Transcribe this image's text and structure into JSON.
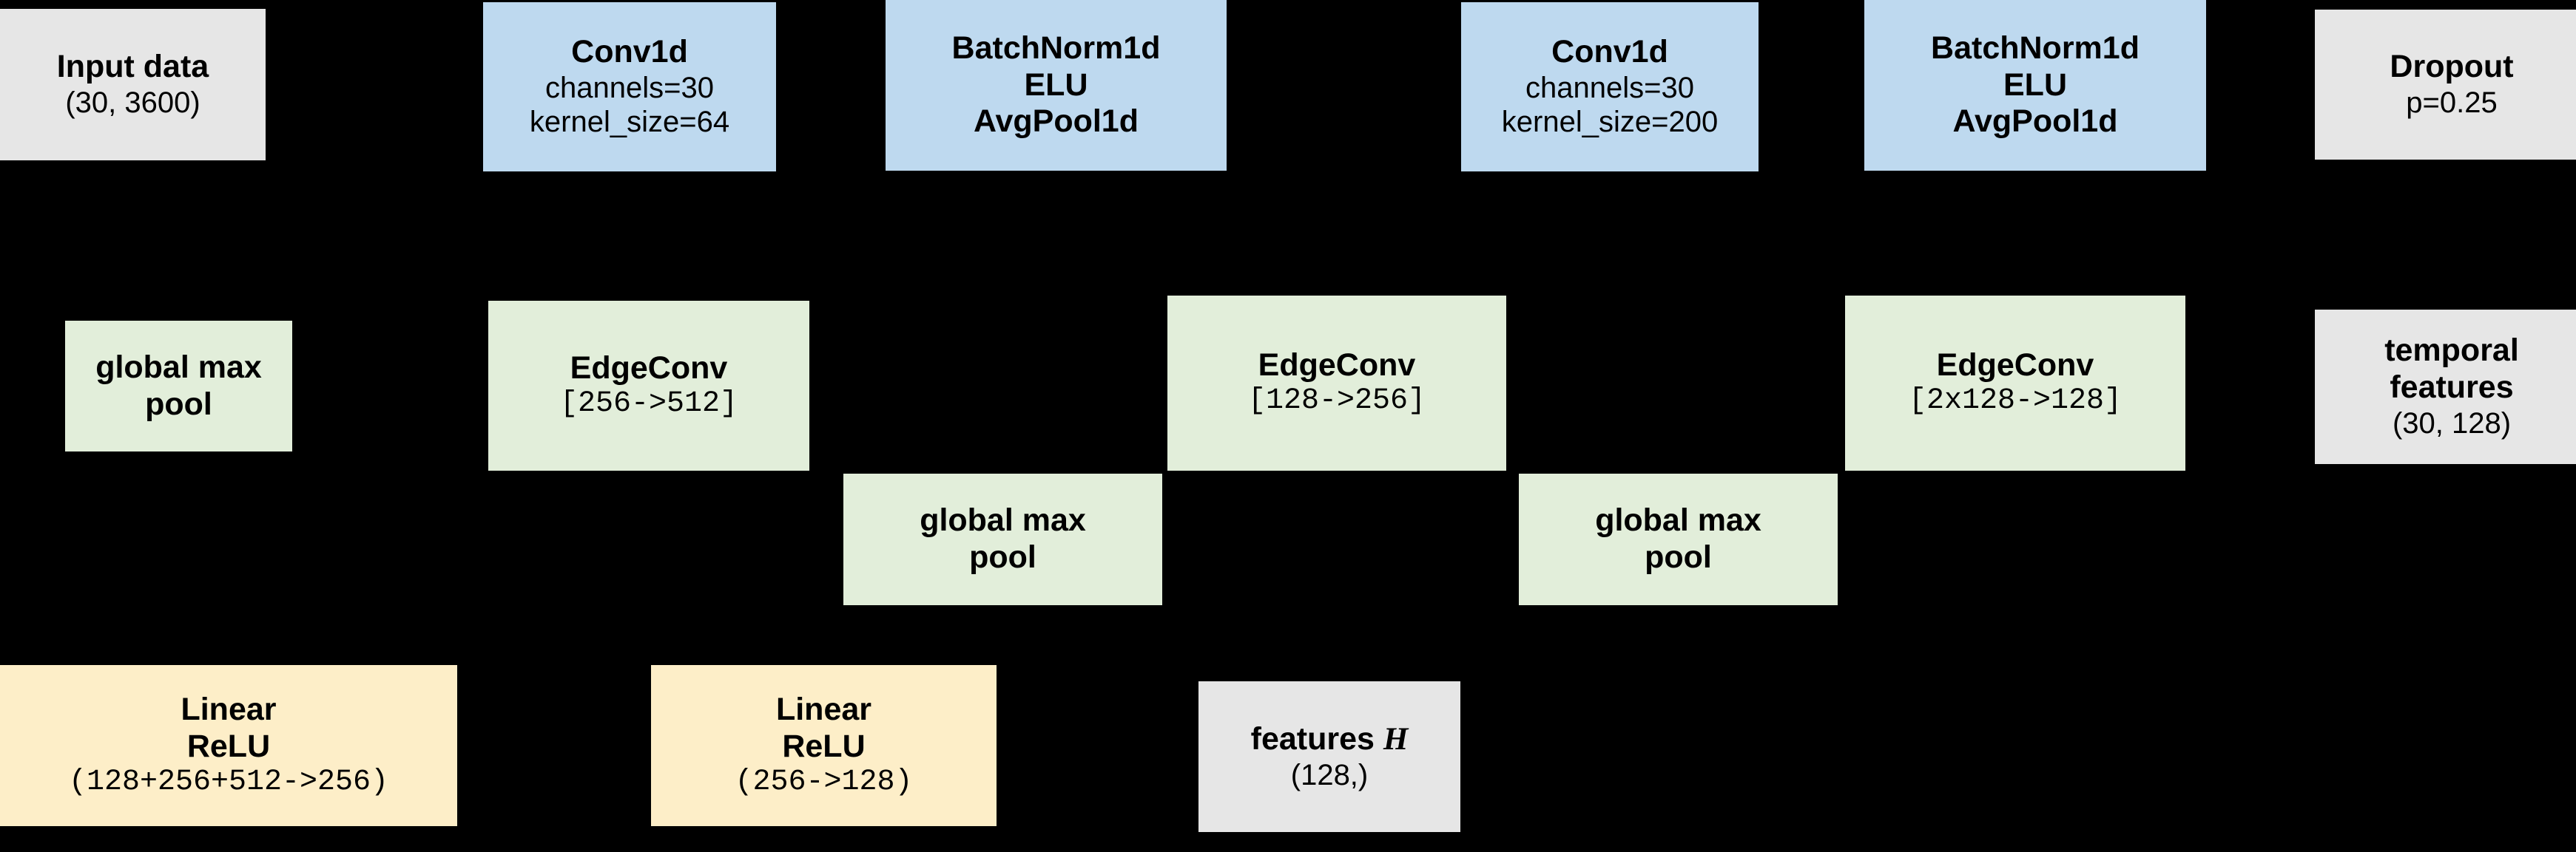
{
  "diagram": {
    "title": "Neural network architecture block diagram",
    "background_color": "#000000",
    "palette": {
      "data_block": "#e6e6e6",
      "conv_block": "#bed9ef",
      "graph_block": "#e2eeda",
      "linear_block": "#fdeec8",
      "text": "#000000"
    },
    "nodes": [
      {
        "id": "input-data",
        "kind": "data",
        "line1": "Input data",
        "line2": "(30, 3600)",
        "line3": "",
        "color": "#e6e6e6"
      },
      {
        "id": "conv1d-1",
        "kind": "conv",
        "line1": "Conv1d",
        "line2": "channels=30",
        "line3": "kernel_size=64",
        "color": "#bed9ef"
      },
      {
        "id": "batchnorm-1",
        "kind": "conv",
        "line1": "BatchNorm1d",
        "line2": "ELU",
        "line3": "AvgPool1d",
        "color": "#bed9ef"
      },
      {
        "id": "conv1d-2",
        "kind": "conv",
        "line1": "Conv1d",
        "line2": "channels=30",
        "line3": "kernel_size=200",
        "color": "#bed9ef"
      },
      {
        "id": "batchnorm-2",
        "kind": "conv",
        "line1": "BatchNorm1d",
        "line2": "ELU",
        "line3": "AvgPool1d",
        "color": "#bed9ef"
      },
      {
        "id": "dropout",
        "kind": "data",
        "line1": "Dropout",
        "line2": "p=0.25",
        "line3": "",
        "color": "#e6e6e6"
      },
      {
        "id": "global-max-pool-1",
        "kind": "graph",
        "line1": "global max",
        "line2": "pool",
        "line3": "",
        "color": "#e2eeda"
      },
      {
        "id": "edgeconv-3",
        "kind": "graph",
        "line1": "EdgeConv",
        "line2": "[256->512]",
        "line3": "",
        "color": "#e2eeda"
      },
      {
        "id": "edgeconv-2",
        "kind": "graph",
        "line1": "EdgeConv",
        "line2": "[128->256]",
        "line3": "",
        "color": "#e2eeda"
      },
      {
        "id": "edgeconv-1",
        "kind": "graph",
        "line1": "EdgeConv",
        "line2": "[2x128->128]",
        "line3": "",
        "color": "#e2eeda"
      },
      {
        "id": "temporal-features",
        "kind": "data",
        "line1": "temporal",
        "line2": "features",
        "line3": "(30, 128)",
        "color": "#e6e6e6"
      },
      {
        "id": "global-max-pool-2",
        "kind": "graph",
        "line1": "global max",
        "line2": "pool",
        "line3": "",
        "color": "#e2eeda"
      },
      {
        "id": "global-max-pool-3",
        "kind": "graph",
        "line1": "global max",
        "line2": "pool",
        "line3": "",
        "color": "#e2eeda"
      },
      {
        "id": "linear-1",
        "kind": "linear",
        "line1": "Linear",
        "line2": "ReLU",
        "line3": "(128+256+512->256)",
        "color": "#fdeec8"
      },
      {
        "id": "linear-2",
        "kind": "linear",
        "line1": "Linear",
        "line2": "ReLU",
        "line3": "(256->128)",
        "color": "#fdeec8"
      },
      {
        "id": "features-h",
        "kind": "data",
        "line1_prefix": "features ",
        "line1_symbol": "H",
        "line2": "(128,)",
        "line3": "",
        "color": "#e6e6e6"
      }
    ]
  }
}
